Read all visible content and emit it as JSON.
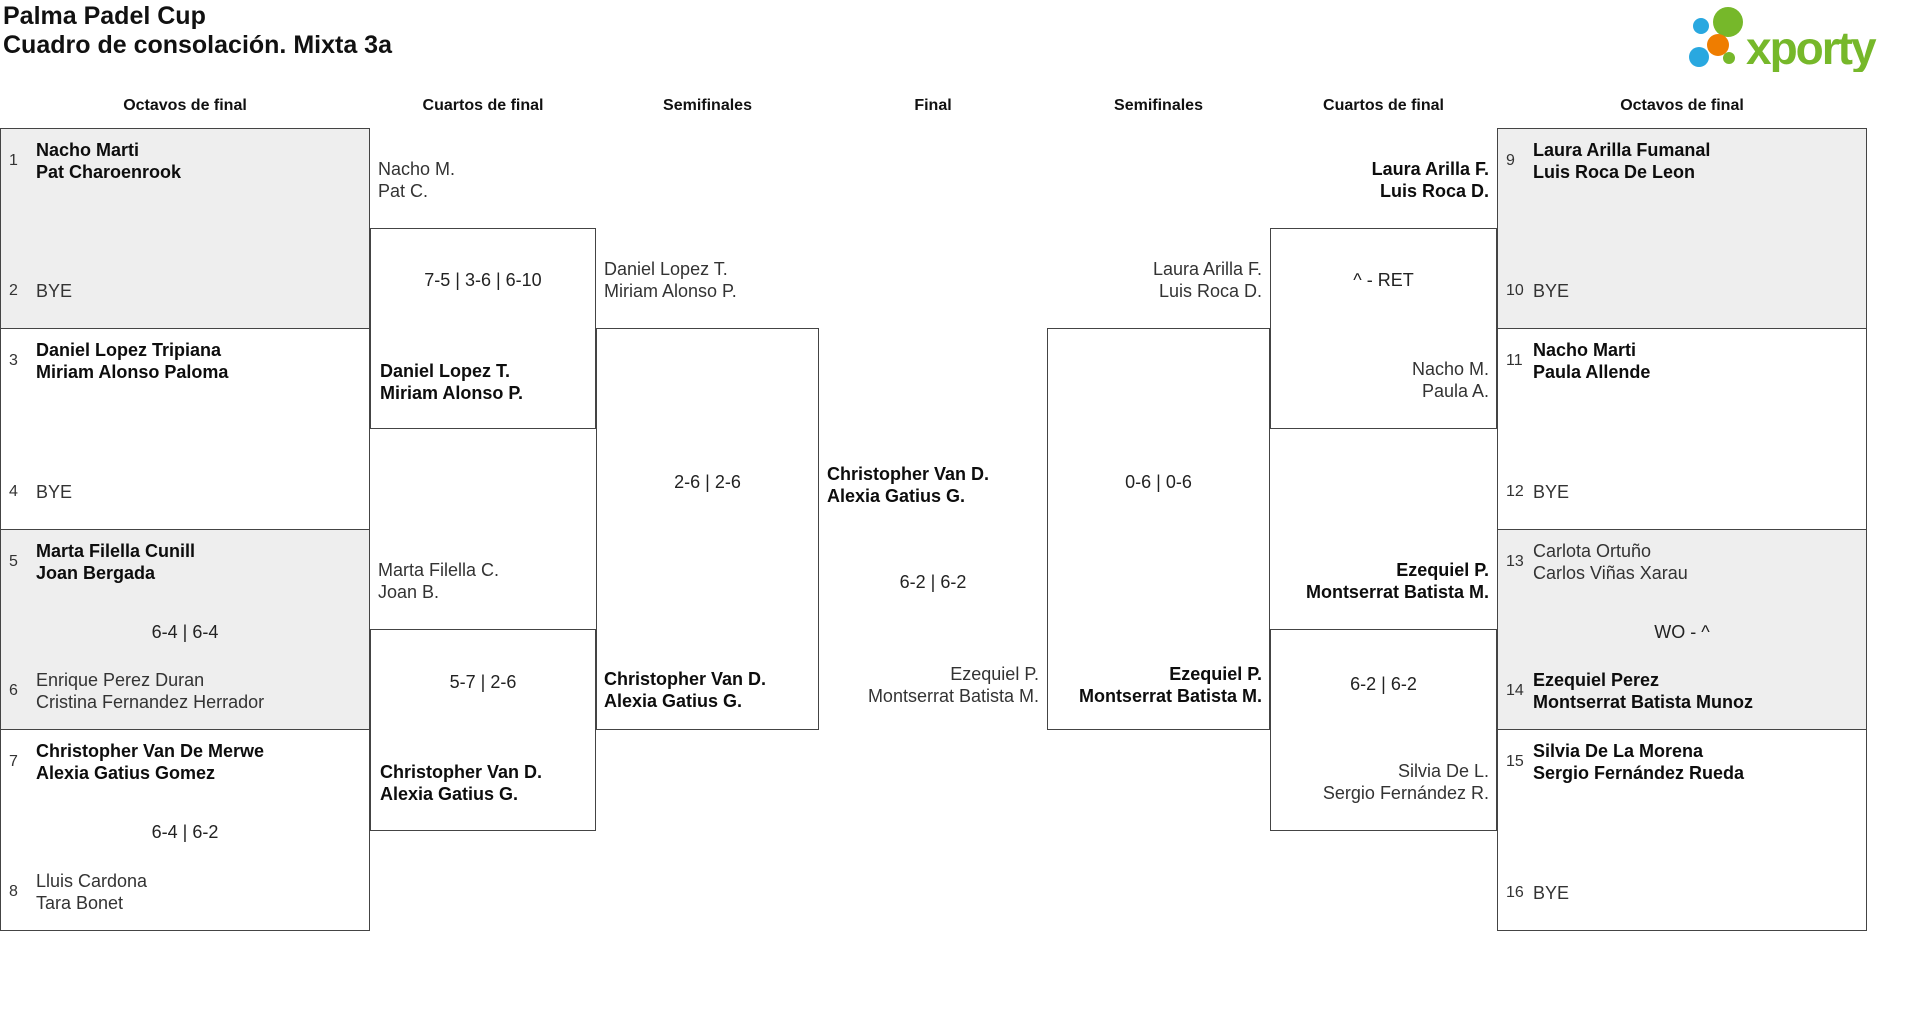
{
  "title": {
    "line1": "Palma Padel Cup",
    "line2": "Cuadro de consolación. Mixta 3a"
  },
  "logo": {
    "text": "xporty"
  },
  "colors": {
    "green": "#76b82a",
    "orange": "#ef7d00",
    "blue": "#29a8e0",
    "shaded": "#eeeeee",
    "line": "#444444"
  },
  "round_headers": [
    "Octavos de final",
    "Cuartos de final",
    "Semifinales",
    "Final",
    "Semifinales",
    "Cuartos de final",
    "Octavos de final"
  ],
  "octavos_left": [
    {
      "seed_top": "1",
      "top_player1": "Nacho Marti",
      "top_player2": "Pat Charoenrook",
      "score": "",
      "seed_bottom": "2",
      "bottom_player1": "BYE",
      "bottom_player2": ""
    },
    {
      "seed_top": "3",
      "top_player1": "Daniel Lopez Tripiana",
      "top_player2": "Miriam Alonso Paloma",
      "score": "",
      "seed_bottom": "4",
      "bottom_player1": "BYE",
      "bottom_player2": ""
    },
    {
      "seed_top": "5",
      "top_player1": "Marta Filella Cunill",
      "top_player2": "Joan Bergada",
      "score": "6-4 | 6-4",
      "seed_bottom": "6",
      "bottom_player1": "Enrique Perez Duran",
      "bottom_player2": "Cristina Fernandez Herrador"
    },
    {
      "seed_top": "7",
      "top_player1": "Christopher Van De Merwe",
      "top_player2": "Alexia Gatius Gomez",
      "score": "6-4 | 6-2",
      "seed_bottom": "8",
      "bottom_player1": "Lluis Cardona",
      "bottom_player2": "Tara Bonet"
    }
  ],
  "octavos_right": [
    {
      "seed_top": "9",
      "top_player1": "Laura Arilla Fumanal",
      "top_player2": "Luis Roca De Leon",
      "score": "",
      "seed_bottom": "10",
      "bottom_player1": "BYE",
      "bottom_player2": ""
    },
    {
      "seed_top": "11",
      "top_player1": "Nacho Marti",
      "top_player2": "Paula Allende",
      "score": "",
      "seed_bottom": "12",
      "bottom_player1": "BYE",
      "bottom_player2": ""
    },
    {
      "seed_top": "13",
      "top_player1": "Carlota Ortuño",
      "top_player2": "Carlos Viñas Xarau",
      "score": "WO - ^",
      "seed_bottom": "14",
      "bottom_player1": "Ezequiel Perez",
      "bottom_player2": "Montserrat Batista Munoz"
    },
    {
      "seed_top": "15",
      "top_player1": "Silvia De La Morena",
      "top_player2": "Sergio Fernández Rueda",
      "score": "",
      "seed_bottom": "16",
      "bottom_player1": "BYE",
      "bottom_player2": ""
    }
  ],
  "cuartos_left": [
    {
      "loser1": "Nacho M.",
      "loser2": "Pat C.",
      "score": "7-5 | 3-6 | 6-10",
      "winner1": "Daniel Lopez T.",
      "winner2": "Miriam Alonso P."
    },
    {
      "loser1": "Marta Filella C.",
      "loser2": "Joan B.",
      "score": "5-7 | 2-6",
      "winner1": "Christopher Van D.",
      "winner2": "Alexia Gatius G."
    }
  ],
  "semifinal_left": {
    "loser1": "Daniel Lopez T.",
    "loser2": "Miriam Alonso P.",
    "score": "2-6 | 2-6",
    "winner1": "Christopher Van D.",
    "winner2": "Alexia Gatius G."
  },
  "final": {
    "winner1": "Christopher Van D.",
    "winner2": "Alexia Gatius G.",
    "score": "6-2 | 6-2",
    "runner_up1": "Ezequiel P.",
    "runner_up2": "Montserrat Batista M."
  },
  "semifinal_right": {
    "loser1": "Laura Arilla F.",
    "loser2": "Luis Roca D.",
    "score": "0-6 | 0-6",
    "winner1": "Ezequiel P.",
    "winner2": "Montserrat Batista M."
  },
  "cuartos_right": [
    {
      "winner1": "Laura Arilla F.",
      "winner2": "Luis Roca D.",
      "score": "^ - RET",
      "loser1": "Nacho M.",
      "loser2": "Paula A."
    },
    {
      "winner1": "Ezequiel P.",
      "winner2": "Montserrat Batista M.",
      "score": "6-2 | 6-2",
      "loser1": "Silvia De L.",
      "loser2": "Sergio Fernández R."
    }
  ]
}
